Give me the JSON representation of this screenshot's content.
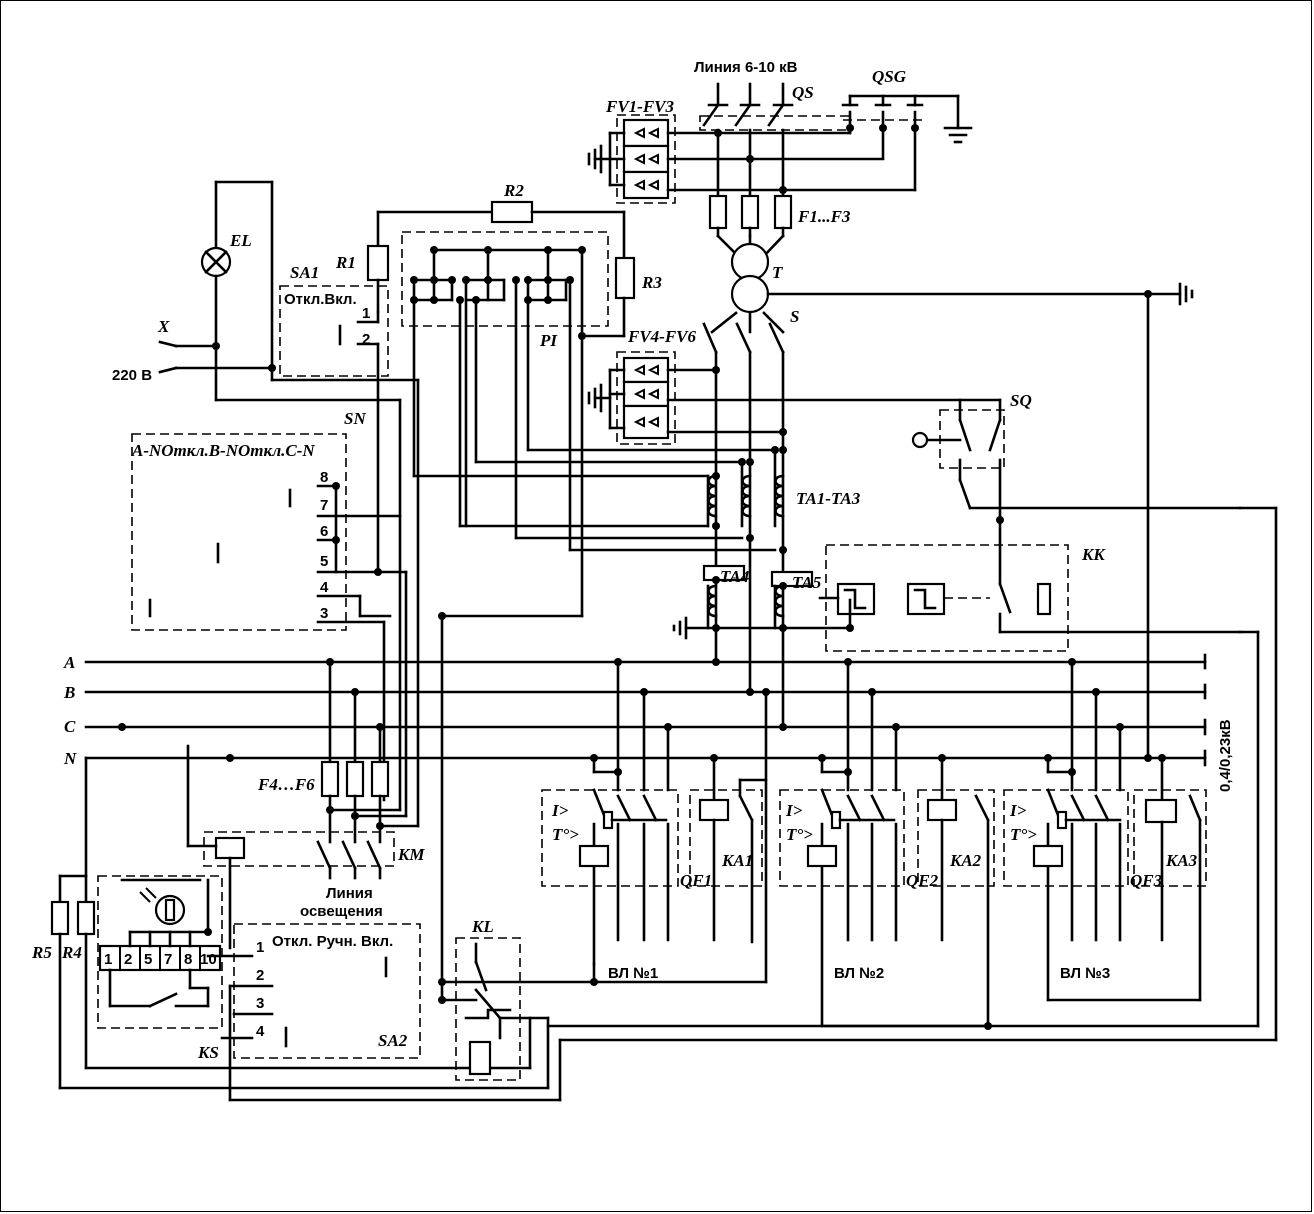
{
  "labels": {
    "line_hv": "Линия 6-10 кВ",
    "qsg": "QSG",
    "qs": "QS",
    "fv1_fv3": "FV1-FV3",
    "f1_f3": "F1...F3",
    "t": "T",
    "s": "S",
    "fv4_fv6": "FV4-FV6",
    "r1": "R1",
    "r2": "R2",
    "r3": "R3",
    "pi": "PI",
    "el": "EL",
    "x": "X",
    "v220": "220 В",
    "sa1": "SA1",
    "sa1_modes": "Откл.Вкл.",
    "sa1_t1": "1",
    "sa1_t2": "2",
    "sn": "SN",
    "sn_modes": "A-NОткл.B-NОткл.C-N",
    "sn_t8": "8",
    "sn_t7": "7",
    "sn_t6": "6",
    "sn_t5": "5",
    "sn_t4": "4",
    "sn_t3": "3",
    "sq": "SQ",
    "ta1_ta3": "TA1-TA3",
    "ta4": "TA4",
    "ta5": "TA5",
    "kk": "KK",
    "bus_a": "A",
    "bus_b": "B",
    "bus_c": "C",
    "bus_n": "N",
    "voltage_lv": "0,4/0,23кВ",
    "f4_f6": "F4…F6",
    "km": "KM",
    "lighting_1": "Линия",
    "lighting_2": "освещения",
    "kl": "KL",
    "r5": "R5",
    "r4": "R4",
    "ks": "KS",
    "ks_terms": [
      "1",
      "2",
      "5",
      "7",
      "8",
      "10"
    ],
    "sa2": "SA2",
    "sa2_modes": "Откл. Ручн. Вкл.",
    "sa2_t1": "1",
    "sa2_t2": "2",
    "sa2_t3": "3",
    "sa2_t4": "4",
    "qf1": "QF1",
    "qf2": "QF2",
    "qf3": "QF3",
    "ka1": "KA1",
    "ka2": "KA2",
    "ka3": "KA3",
    "i_gt": "I>",
    "t_gt": "T°>",
    "vl1": "ВЛ №1",
    "vl2": "ВЛ №2",
    "vl3": "ВЛ №3"
  }
}
